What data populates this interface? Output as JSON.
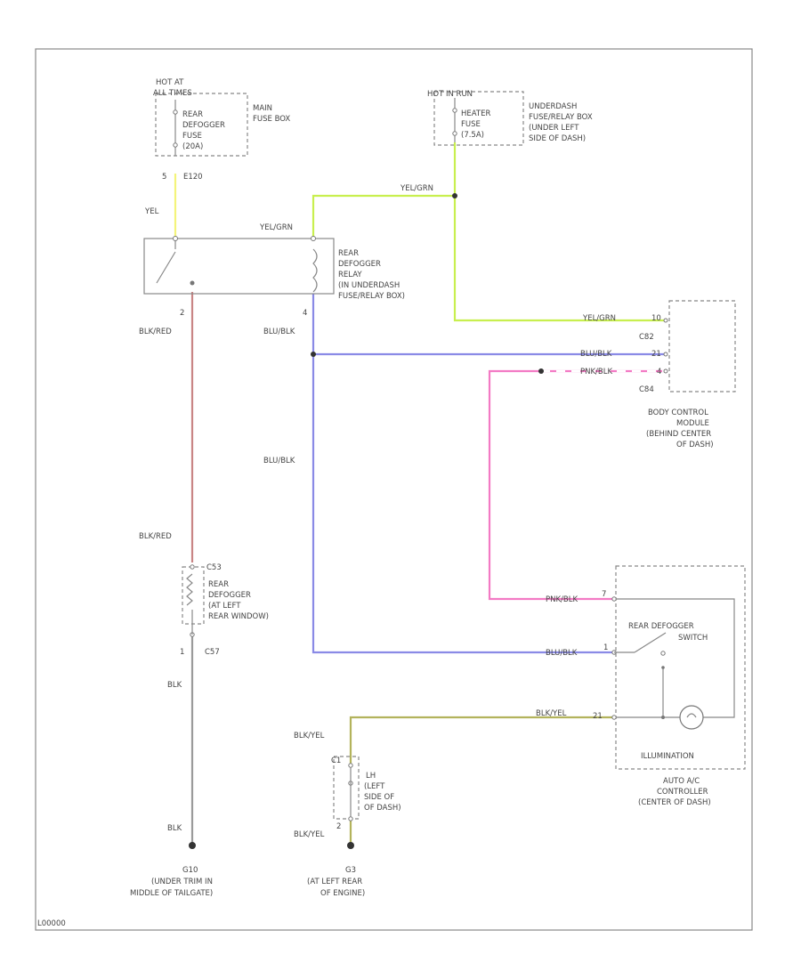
{
  "colors": {
    "yel": "#f4f47a",
    "yel_grn": "#c8ef4f",
    "blk_red": "#c98585",
    "blu_blk": "#8a8ae6",
    "pnk_blk": "#f37ac4",
    "blk": "#9a9a9a",
    "blk_yel": "#b3b35c"
  },
  "labels": {
    "hot_at_all_times_1": "HOT AT",
    "hot_at_all_times_2": "ALL TIMES",
    "rear_defogger_fuse_1": "REAR",
    "rear_defogger_fuse_2": "DEFOGGER",
    "rear_defogger_fuse_3": "FUSE",
    "rear_defogger_fuse_4": "(20A)",
    "main_fuse_box_1": "MAIN",
    "main_fuse_box_2": "FUSE BOX",
    "hot_in_run": "HOT IN RUN",
    "heater_fuse_1": "HEATER",
    "heater_fuse_2": "FUSE",
    "heater_fuse_3": "(7.5A)",
    "underdash_box_1": "UNDERDASH",
    "underdash_box_2": "FUSE/RELAY BOX",
    "underdash_box_3": "(UNDER LEFT",
    "underdash_box_4": "SIDE OF DASH)",
    "pin_5": "5",
    "conn_e120": "E120",
    "wire_yel": "YEL",
    "wire_yel_grn_1": "YEL/GRN",
    "wire_yel_grn_2": "YEL/GRN",
    "wire_yel_grn_3": "YEL/GRN",
    "relay_1": "REAR",
    "relay_2": "DEFOGGER",
    "relay_3": "RELAY",
    "relay_4": "(IN UNDERDASH",
    "relay_5": "FUSE/RELAY BOX)",
    "pin_2": "2",
    "pin_4": "4",
    "wire_blk_red_1": "BLK/RED",
    "wire_blk_red_2": "BLK/RED",
    "wire_blu_blk_1": "BLU/BLK",
    "wire_blu_blk_2": "BLU/BLK",
    "wire_blu_blk_3": "BLU/BLK",
    "wire_blu_blk_4": "BLU/BLK",
    "wire_pnk_blk_1": "PNK/BLK",
    "wire_pnk_blk_2": "PNK/BLK",
    "bcm_pin_10": "10",
    "bcm_pin_21": "21",
    "bcm_pin_4": "4",
    "conn_c82_1": "C82",
    "conn_c84": "C84",
    "bcm_1": "BODY CONTROL",
    "bcm_2": "MODULE",
    "bcm_3": "(BEHIND CENTER",
    "bcm_4": "OF DASH)",
    "conn_c53": "C53",
    "grid_1": "REAR",
    "grid_2": "DEFOGGER",
    "grid_3": "(AT LEFT",
    "grid_4": "REAR WINDOW)",
    "pin_1": "1",
    "conn_c57": "C57",
    "wire_blk": "BLK",
    "wire_blk_2": "BLK",
    "pin_7": "7",
    "pin_1b": "1",
    "pin_21b": "21",
    "sw_1": "REAR DEFOGGER",
    "sw_2": "SWITCH",
    "illumination": "ILLUMINATION",
    "ac_1": "AUTO A/C",
    "ac_2": "CONTROLLER",
    "ac_3": "(CENTER OF DASH)",
    "wire_blk_yel_1": "BLK/YEL",
    "wire_blk_yel_2": "BLK/YEL",
    "wire_blk_yel_3": "BLK/YEL",
    "conn_c1": "C1",
    "lh_1": "LH",
    "lh_2": "(LEFT",
    "lh_3": "SIDE OF",
    "lh_4": "OF DASH)",
    "pin_2b": "2",
    "ground_g10": "G10",
    "ground_g10_1": "(UNDER TRIM IN",
    "ground_g10_2": "MIDDLE OF TAILGATE)",
    "ground_g3": "G3",
    "ground_g3_1": "(AT LEFT REAR",
    "ground_g3_2": "OF ENGINE)",
    "figure_id": "L00000"
  }
}
